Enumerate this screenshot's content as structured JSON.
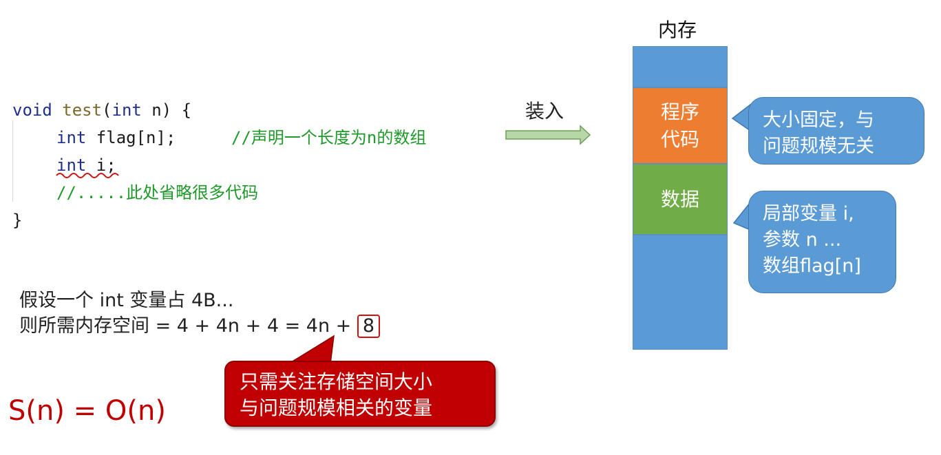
{
  "code": {
    "line1_kw": "void",
    "line1_fn": "test",
    "line1_open": "(",
    "line1_kw2": "int",
    "line1_rest": " n) {",
    "line2_kw": "int",
    "line2_rest": " flag[n];",
    "line2_comment": "//声明一个长度为n的数组",
    "line3_kw": "int",
    "line3_rest": " i;",
    "line4_comment": "//.....此处省略很多代码",
    "line5": "}"
  },
  "arrow_label": "装入",
  "memory": {
    "title": "内存",
    "segment_code": "程序\n代码",
    "segment_data": "数据",
    "colors": {
      "blue": "#5b9bd5",
      "orange": "#ed7d31",
      "green": "#70ad47"
    }
  },
  "callouts": {
    "code_note": [
      "大小固定，与",
      "问题规模无关"
    ],
    "data_note": [
      "局部变量 i,",
      "参数 n ...",
      "数组flag[n]"
    ]
  },
  "assumption": {
    "line1": "假设一个 int 变量占 4B...",
    "line2_prefix": "则所需内存空间 = 4 + 4n + 4 = 4n + ",
    "line2_const": "8"
  },
  "red_note": [
    "只需关注存储空间大小",
    "与问题规模相关的变量"
  ],
  "complexity": "S(n) = O(n)"
}
